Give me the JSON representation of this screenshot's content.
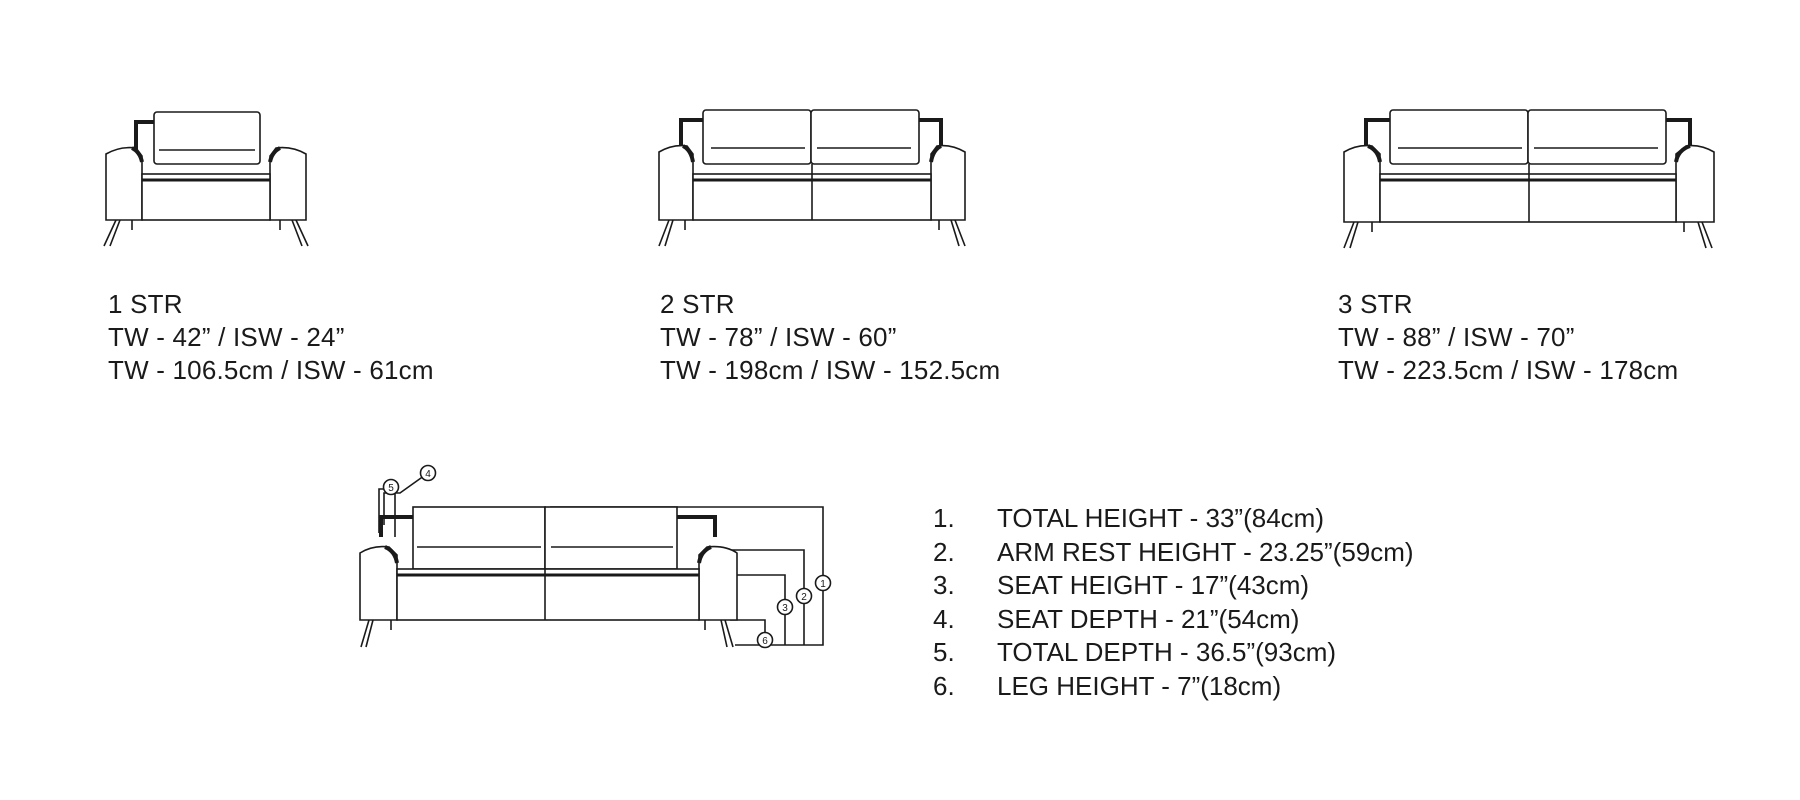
{
  "sofas": [
    {
      "label": "1 STR",
      "imperial": "TW - 42” / ISW - 24”",
      "metric": "TW - 106.5cm / ISW - 61cm"
    },
    {
      "label": "2 STR",
      "imperial": "TW - 78” / ISW - 60”",
      "metric": "TW - 198cm / ISW - 152.5cm"
    },
    {
      "label": "3 STR",
      "imperial": "TW - 88” / ISW - 70”",
      "metric": "TW - 223.5cm / ISW - 178cm"
    }
  ],
  "dimensions": [
    {
      "num": "1.",
      "text": "TOTAL HEIGHT - 33”(84cm)"
    },
    {
      "num": "2.",
      "text": "ARM REST HEIGHT - 23.25”(59cm)"
    },
    {
      "num": "3.",
      "text": "SEAT HEIGHT - 17”(43cm)"
    },
    {
      "num": "4.",
      "text": "SEAT DEPTH - 21”(54cm)"
    },
    {
      "num": "5.",
      "text": "TOTAL DEPTH - 36.5”(93cm)"
    },
    {
      "num": "6.",
      "text": "LEG HEIGHT - 7”(18cm)"
    }
  ],
  "markers": [
    "1",
    "2",
    "3",
    "4",
    "5",
    "6"
  ]
}
